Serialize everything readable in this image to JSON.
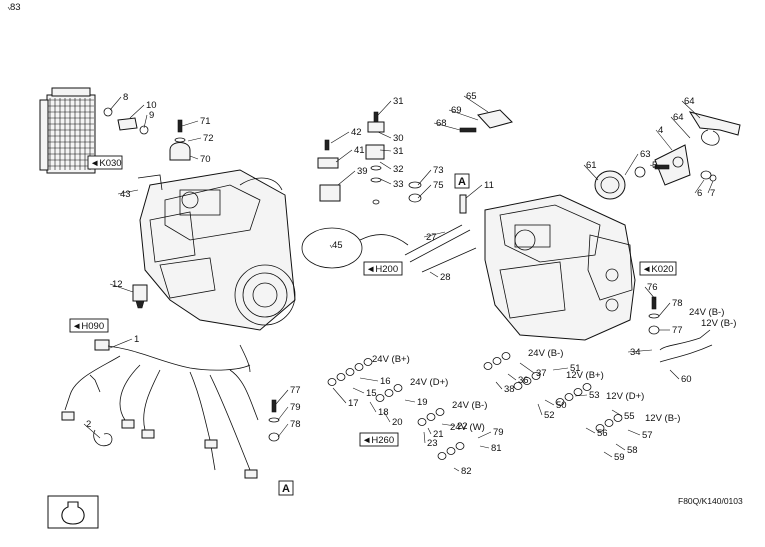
{
  "diagram": {
    "drawing_code": "F80Q/K140/0103",
    "refs": {
      "k030": "K030",
      "k020": "K020",
      "h090": "H090",
      "h200": "H200",
      "h260": "H260",
      "box_a_top": "A",
      "box_a_bottom": "A"
    },
    "callouts": [
      "1",
      "2",
      "4",
      "5",
      "6",
      "7",
      "8",
      "9",
      "10",
      "11",
      "12",
      "15",
      "16",
      "17",
      "18",
      "19",
      "20",
      "21",
      "22",
      "23",
      "27",
      "28",
      "30",
      "31",
      "31",
      "32",
      "33",
      "34",
      "36",
      "37",
      "38",
      "39",
      "41",
      "42",
      "43",
      "45",
      "50",
      "51",
      "52",
      "53",
      "55",
      "56",
      "57",
      "58",
      "59",
      "60",
      "61",
      "63",
      "64",
      "64",
      "65",
      "68",
      "69",
      "70",
      "71",
      "72",
      "73",
      "75",
      "76",
      "77",
      "77",
      "78",
      "78",
      "79",
      "79",
      "81",
      "82",
      "83"
    ],
    "voltage_labels": [
      "24V (B+)",
      "24V (D+)",
      "24V (B-)",
      "24V (W)",
      "24V (B-)",
      "12V (B+)",
      "12V (D+)",
      "12V (B-)",
      "24V (B-)",
      "12V (B-)"
    ]
  }
}
